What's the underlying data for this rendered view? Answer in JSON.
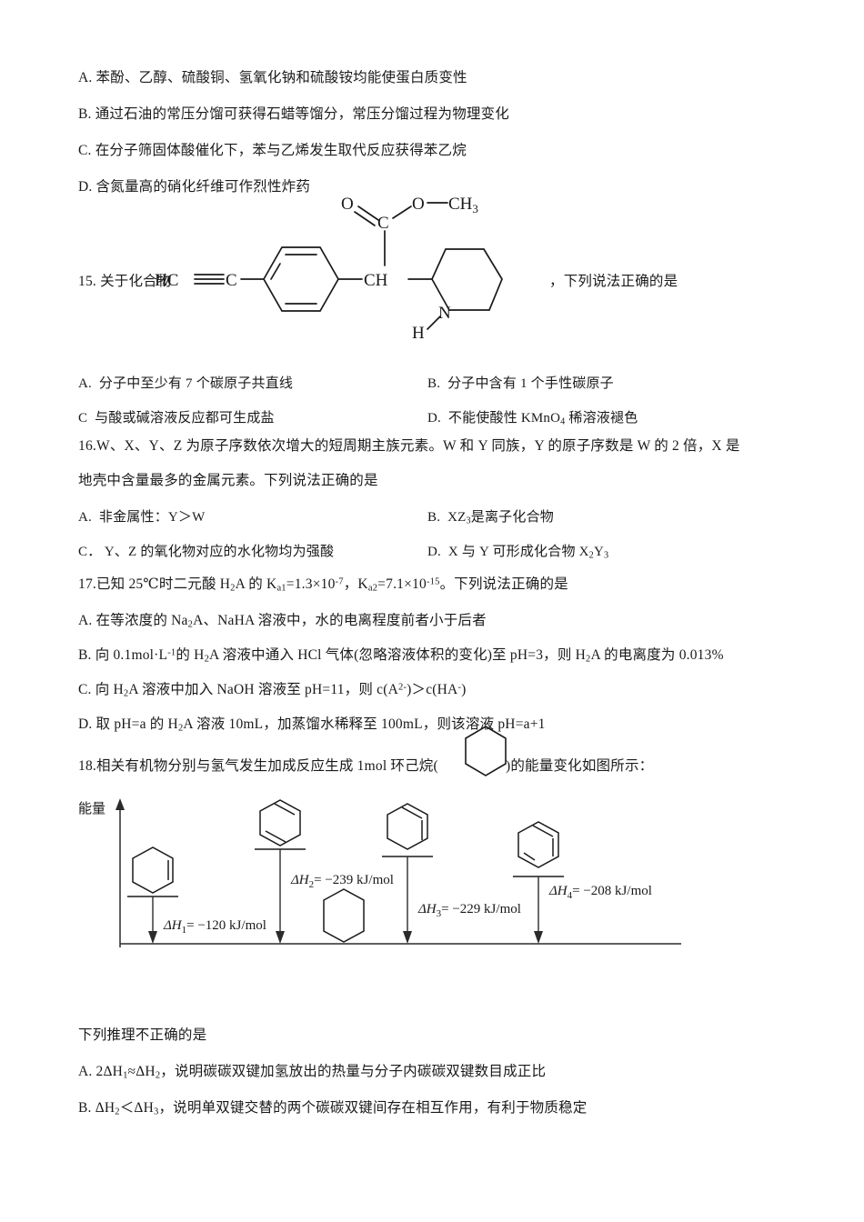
{
  "document": {
    "type": "chemistry-exam-page",
    "language": "zh-CN"
  },
  "question14_options": [
    {
      "label": "A.",
      "text": "苯酚、乙醇、硫酸铜、氢氧化钠和硫酸铵均能使蛋白质变性"
    },
    {
      "label": "B.",
      "text": "通过石油的常压分馏可获得石蜡等馏分，常压分馏过程为物理变化"
    },
    {
      "label": "C.",
      "text": "在分子筛固体酸催化下，苯与乙烯发生取代反应获得苯乙烷"
    },
    {
      "label": "D.",
      "text": "含氮量高的硝化纤维可作烈性炸药"
    }
  ],
  "question15": {
    "number": "15.",
    "stem_before": "关于化合物",
    "stem_after": "，下列说法正确的是",
    "structure": {
      "alkyne_label": "HC",
      "alkyne_carbon": "C",
      "methine": "CH",
      "carbonyl_c": "C",
      "carbonyl_o": "O",
      "ester_o": "O",
      "methyl": "CH",
      "methyl_sub": "3",
      "amine_n": "N",
      "amine_h": "H"
    },
    "options": [
      {
        "label": "A.",
        "text": "分子中至少有 7 个碳原子共直线"
      },
      {
        "label": "B.",
        "text": "分子中含有 1 个手性碳原子"
      },
      {
        "label": "C",
        "text": "与酸或碱溶液反应都可生成盐"
      },
      {
        "label": "D.",
        "text": "不能使酸性 KMnO4 稀溶液褪色",
        "text_pre": "不能使酸性 KMnO",
        "text_sub": "4",
        "text_post": " 稀溶液褪色"
      }
    ]
  },
  "question16": {
    "number": "16.",
    "stem_line1": "W、X、Y、Z 为原子序数依次增大的短周期主族元素。W 和 Y 同族，Y 的原子序数是 W 的 2 倍，X 是",
    "stem_line2": "地壳中含量最多的金属元素。下列说法正确的是",
    "options": [
      {
        "label": "A.",
        "pre": "非金属性：Y＞W",
        "sub": "",
        "post": ""
      },
      {
        "label": "B.",
        "pre": "XZ",
        "sub": "3",
        "post": "是离子化合物"
      },
      {
        "label": "C．",
        "pre": "Y、Z 的氧化物对应的水化物均为强酸",
        "sub": "",
        "post": ""
      },
      {
        "label": "D.",
        "pre": "X 与 Y 可形成化合物 X",
        "sub": "2",
        "post": "Y",
        "sub2": "3"
      }
    ]
  },
  "question17": {
    "number": "17.",
    "stem_pre": "已知 25℃时二元酸 H",
    "stem_sub1": "2",
    "stem_mid": "A 的 K",
    "stem_ka1_sub": "a1",
    "stem_ka1_val": "=1.3×10",
    "stem_ka1_exp": "-7",
    "stem_sep": "，K",
    "stem_ka2_sub": "a2",
    "stem_ka2_val": "=7.1×10",
    "stem_ka2_exp": "-15",
    "stem_post": "。下列说法正确的是",
    "options": [
      {
        "label": "A.",
        "text": "在等浓度的 Na2A、NaHA 溶液中，水的电离程度前者小于后者"
      },
      {
        "label": "B.",
        "text": "向 0.1mol·L-1 的 H2A 溶液中通入 HCl 气体(忽略溶液体积的变化)至 pH=3，则 H2A 的电离度为 0.013%"
      },
      {
        "label": "C.",
        "text": "向 H2A 溶液中加入 NaOH 溶液至 pH=11，则 c(A2-)＞c(HA-)"
      },
      {
        "label": "D.",
        "text": "取 pH=a 的 H2A 溶液 10mL，加蒸馏水稀释至 100mL，则该溶液 pH=a+1"
      }
    ]
  },
  "question18": {
    "number": "18.",
    "stem_pre": "相关有机物分别与氢气发生加成反应生成 1mol 环己烷(",
    "stem_post": ")的能量变化如图所示：",
    "prompt": "下列推理不正确的是",
    "options": [
      {
        "label": "A.",
        "pre": "2ΔH",
        "sub": "1",
        "mid": "≈ΔH",
        "sub2": "2",
        "post": "，说明碳碳双键加氢放出的热量与分子内碳碳双键数目成正比"
      },
      {
        "label": "B.",
        "pre": "ΔH",
        "sub": "2",
        "mid": "＜ΔH",
        "sub2": "3",
        "post": "，说明单双键交替的两个碳碳双键间存在相互作用，有利于物质稳定"
      }
    ]
  },
  "chart_data": {
    "type": "bar",
    "title": "",
    "ylabel": "能量",
    "xlabel": "",
    "grid": false,
    "legend": null,
    "axis_arrow": true,
    "baseline_label": "",
    "units": "kJ/mol",
    "categories": [
      "环己烯",
      "1,4-环己二烯",
      "1,3-环己二烯",
      "苯"
    ],
    "values": [
      120,
      239,
      229,
      208
    ],
    "annotations": [
      {
        "id": "dH1",
        "symbol": "ΔH",
        "subscript": "1",
        "equals": "= ",
        "value": "−120 kJ/mol",
        "full": "ΔH1= −120 kJ/mol"
      },
      {
        "id": "dH2",
        "symbol": "ΔH",
        "subscript": "2",
        "equals": "= ",
        "value": "−239 kJ/mol",
        "full": "ΔH2= −239 kJ/mol"
      },
      {
        "id": "dH3",
        "symbol": "ΔH",
        "subscript": "3",
        "equals": "= ",
        "value": "−229 kJ/mol",
        "full": "ΔH3= −229 kJ/mol"
      },
      {
        "id": "dH4",
        "symbol": "ΔH",
        "subscript": "4",
        "equals": "= ",
        "value": "−208 kJ/mol",
        "full": "ΔH4= −208 kJ/mol"
      }
    ],
    "species": [
      {
        "name": "cyclohexene",
        "double_bonds": 1,
        "energy_level": 120
      },
      {
        "name": "1,4-cyclohexadiene",
        "double_bonds": 2,
        "energy_level": 239
      },
      {
        "name": "1,3-cyclohexadiene",
        "double_bonds": 2,
        "energy_level": 229
      },
      {
        "name": "benzene",
        "double_bonds": 3,
        "energy_level": 208
      },
      {
        "name": "cyclohexane",
        "double_bonds": 0,
        "energy_level": 0
      }
    ]
  },
  "colors": {
    "ink": "#1a1a1a",
    "line": "#2b2b2b",
    "page": "#ffffff"
  }
}
